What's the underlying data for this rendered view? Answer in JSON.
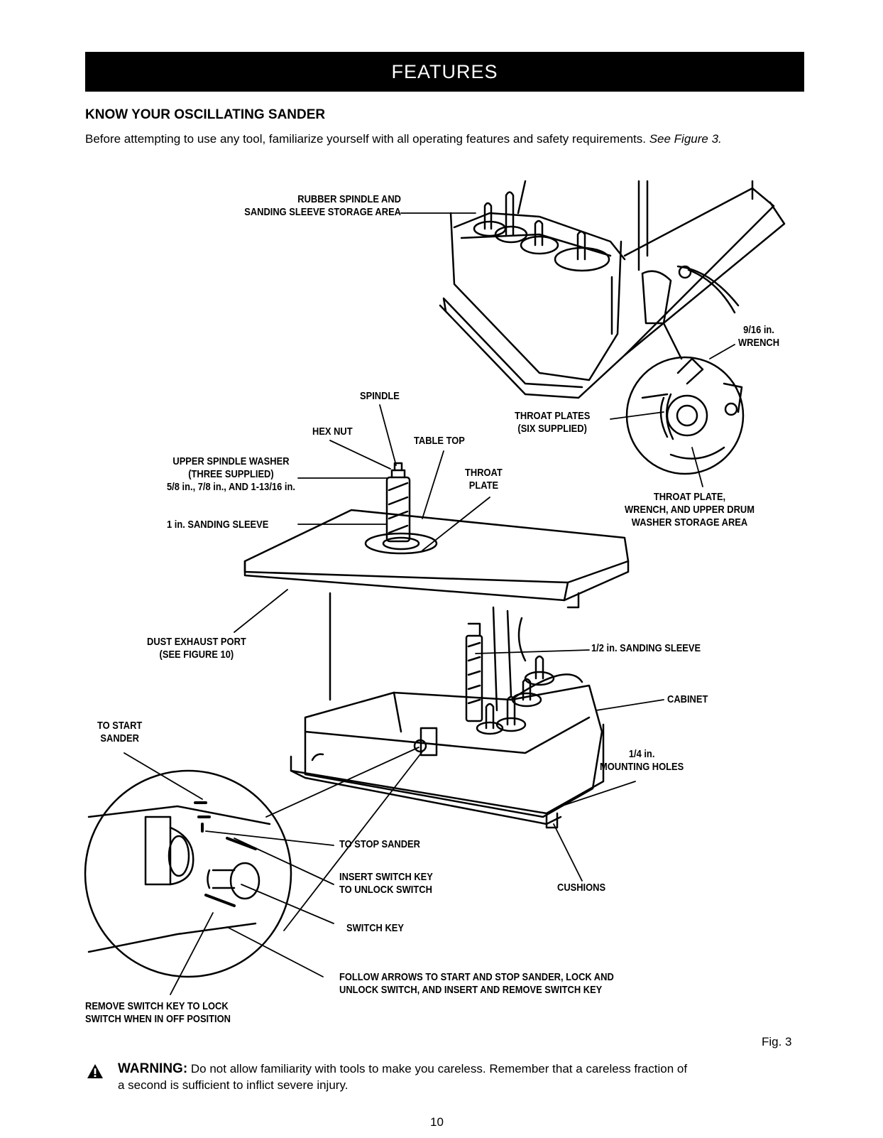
{
  "banner": {
    "title": "FEATURES"
  },
  "section": {
    "heading": "KNOW YOUR OSCILLATING SANDER",
    "intro_text": "Before attempting to use any tool, familiarize yourself with all operating features and safety requirements.",
    "intro_ref": "See Figure 3."
  },
  "figure": {
    "labels": {
      "rubber_spindle_l1": "RUBBER SPINDLE AND",
      "rubber_spindle_l2": "SANDING SLEEVE STORAGE AREA",
      "wrench_l1": "9/16 in.",
      "wrench_l2": "WRENCH",
      "spindle": "SPINDLE",
      "throat_plates_l1": "THROAT PLATES",
      "throat_plates_l2": "(SIX SUPPLIED)",
      "hex_nut": "HEX NUT",
      "table_top": "TABLE TOP",
      "upper_washer_l1": "UPPER SPINDLE WASHER",
      "upper_washer_l2": "(THREE SUPPLIED)",
      "upper_washer_l3": "5/8 in., 7/8 in., AND 1-13/16 in.",
      "throat_plate_l1": "THROAT",
      "throat_plate_l2": "PLATE",
      "storage_area_l1": "THROAT PLATE,",
      "storage_area_l2": "WRENCH, AND UPPER DRUM",
      "storage_area_l3": "WASHER STORAGE AREA",
      "sleeve_1in": "1 in. SANDING SLEEVE",
      "dust_port_l1": "DUST EXHAUST PORT",
      "dust_port_l2": "(SEE FIGURE 10)",
      "sleeve_half_in": "1/2 in. SANDING SLEEVE",
      "cabinet": "CABINET",
      "to_start_l1": "TO START",
      "to_start_l2": "SANDER",
      "mounting_l1": "1/4 in.",
      "mounting_l2": "MOUNTING HOLES",
      "to_stop": "TO STOP SANDER",
      "insert_key_l1": "INSERT SWITCH KEY",
      "insert_key_l2": "TO UNLOCK SWITCH",
      "cushions": "CUSHIONS",
      "switch_key": "SWITCH KEY",
      "follow_l1": "FOLLOW ARROWS TO START AND STOP SANDER, LOCK AND",
      "follow_l2": "UNLOCK SWITCH, AND INSERT AND REMOVE SWITCH KEY",
      "remove_key_l1": "REMOVE SWITCH KEY TO LOCK",
      "remove_key_l2": "SWITCH WHEN IN OFF POSITION"
    },
    "caption": "Fig. 3"
  },
  "warning": {
    "label": "WARNING:",
    "text_l1": "Do not allow familiarity with tools to make you careless. Remember that a careless fraction of",
    "text_l2": "a second is sufficient to inflict severe injury."
  },
  "page_number": "10"
}
